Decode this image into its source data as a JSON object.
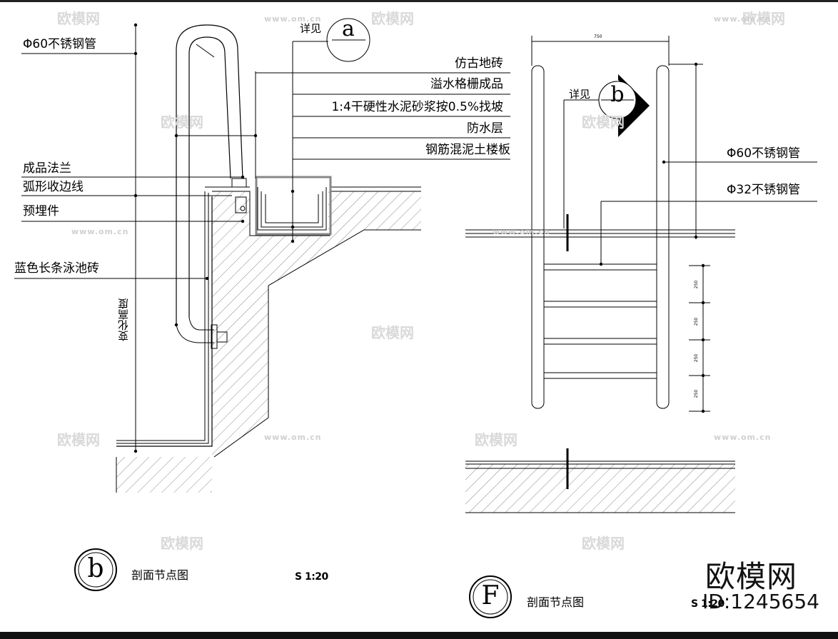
{
  "labels_left": {
    "pipe60": "Φ60不锈钢管",
    "flange": "成品法兰",
    "edge": "弧形收边线",
    "embedded": "预埋件",
    "tile": "蓝色长条泳池砖",
    "height": "变化高度"
  },
  "labels_center": {
    "detail": "详见",
    "bubble_a": "a",
    "antique_tile": "仿古地砖",
    "grate": "溢水格栅成品",
    "mortar": "1:4干硬性水泥砂浆按0.5%找坡",
    "waterproof": "防水层",
    "slab": "钢筋混泥土楼板"
  },
  "labels_right": {
    "detail": "详见",
    "bubble_b": "b",
    "pipe60": "Φ60不锈钢管",
    "pipe32": "Φ32不锈钢管"
  },
  "dims": {
    "width_top": "750",
    "rung_gap_1": "250",
    "rung_gap_2": "250",
    "rung_gap_3": "250",
    "rung_gap_4": "250"
  },
  "titles": {
    "left_bubble": "b",
    "left_title": "剖面节点图",
    "left_scale": "S 1:20",
    "right_bubble": "F",
    "right_title": "剖面节点图",
    "right_scale": "S 1:20"
  },
  "watermark": {
    "logo": "欧模网",
    "id": "ID:1245654",
    "mark": "欧模网",
    "url": "www.om.cn"
  }
}
